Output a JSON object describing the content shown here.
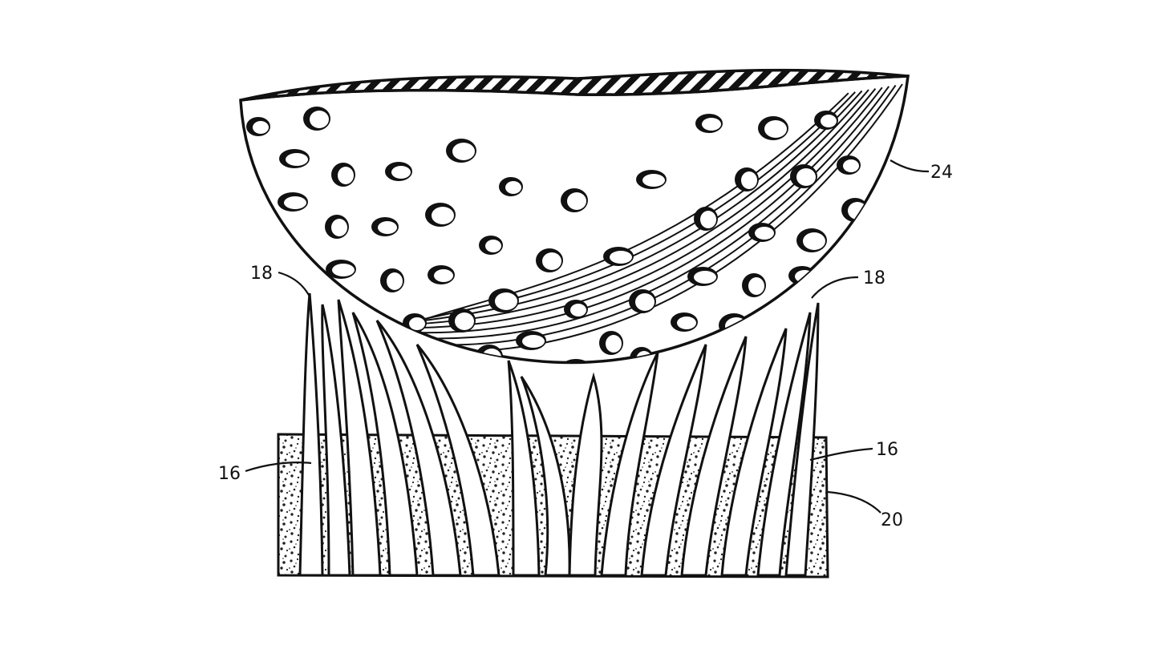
{
  "figure": {
    "ink_color": "#111111",
    "paper_color": "#ffffff",
    "labels": [
      {
        "ref": "24"
      },
      {
        "ref": "18"
      },
      {
        "ref": "18"
      },
      {
        "ref": "16"
      },
      {
        "ref": "16"
      },
      {
        "ref": "20"
      }
    ]
  }
}
